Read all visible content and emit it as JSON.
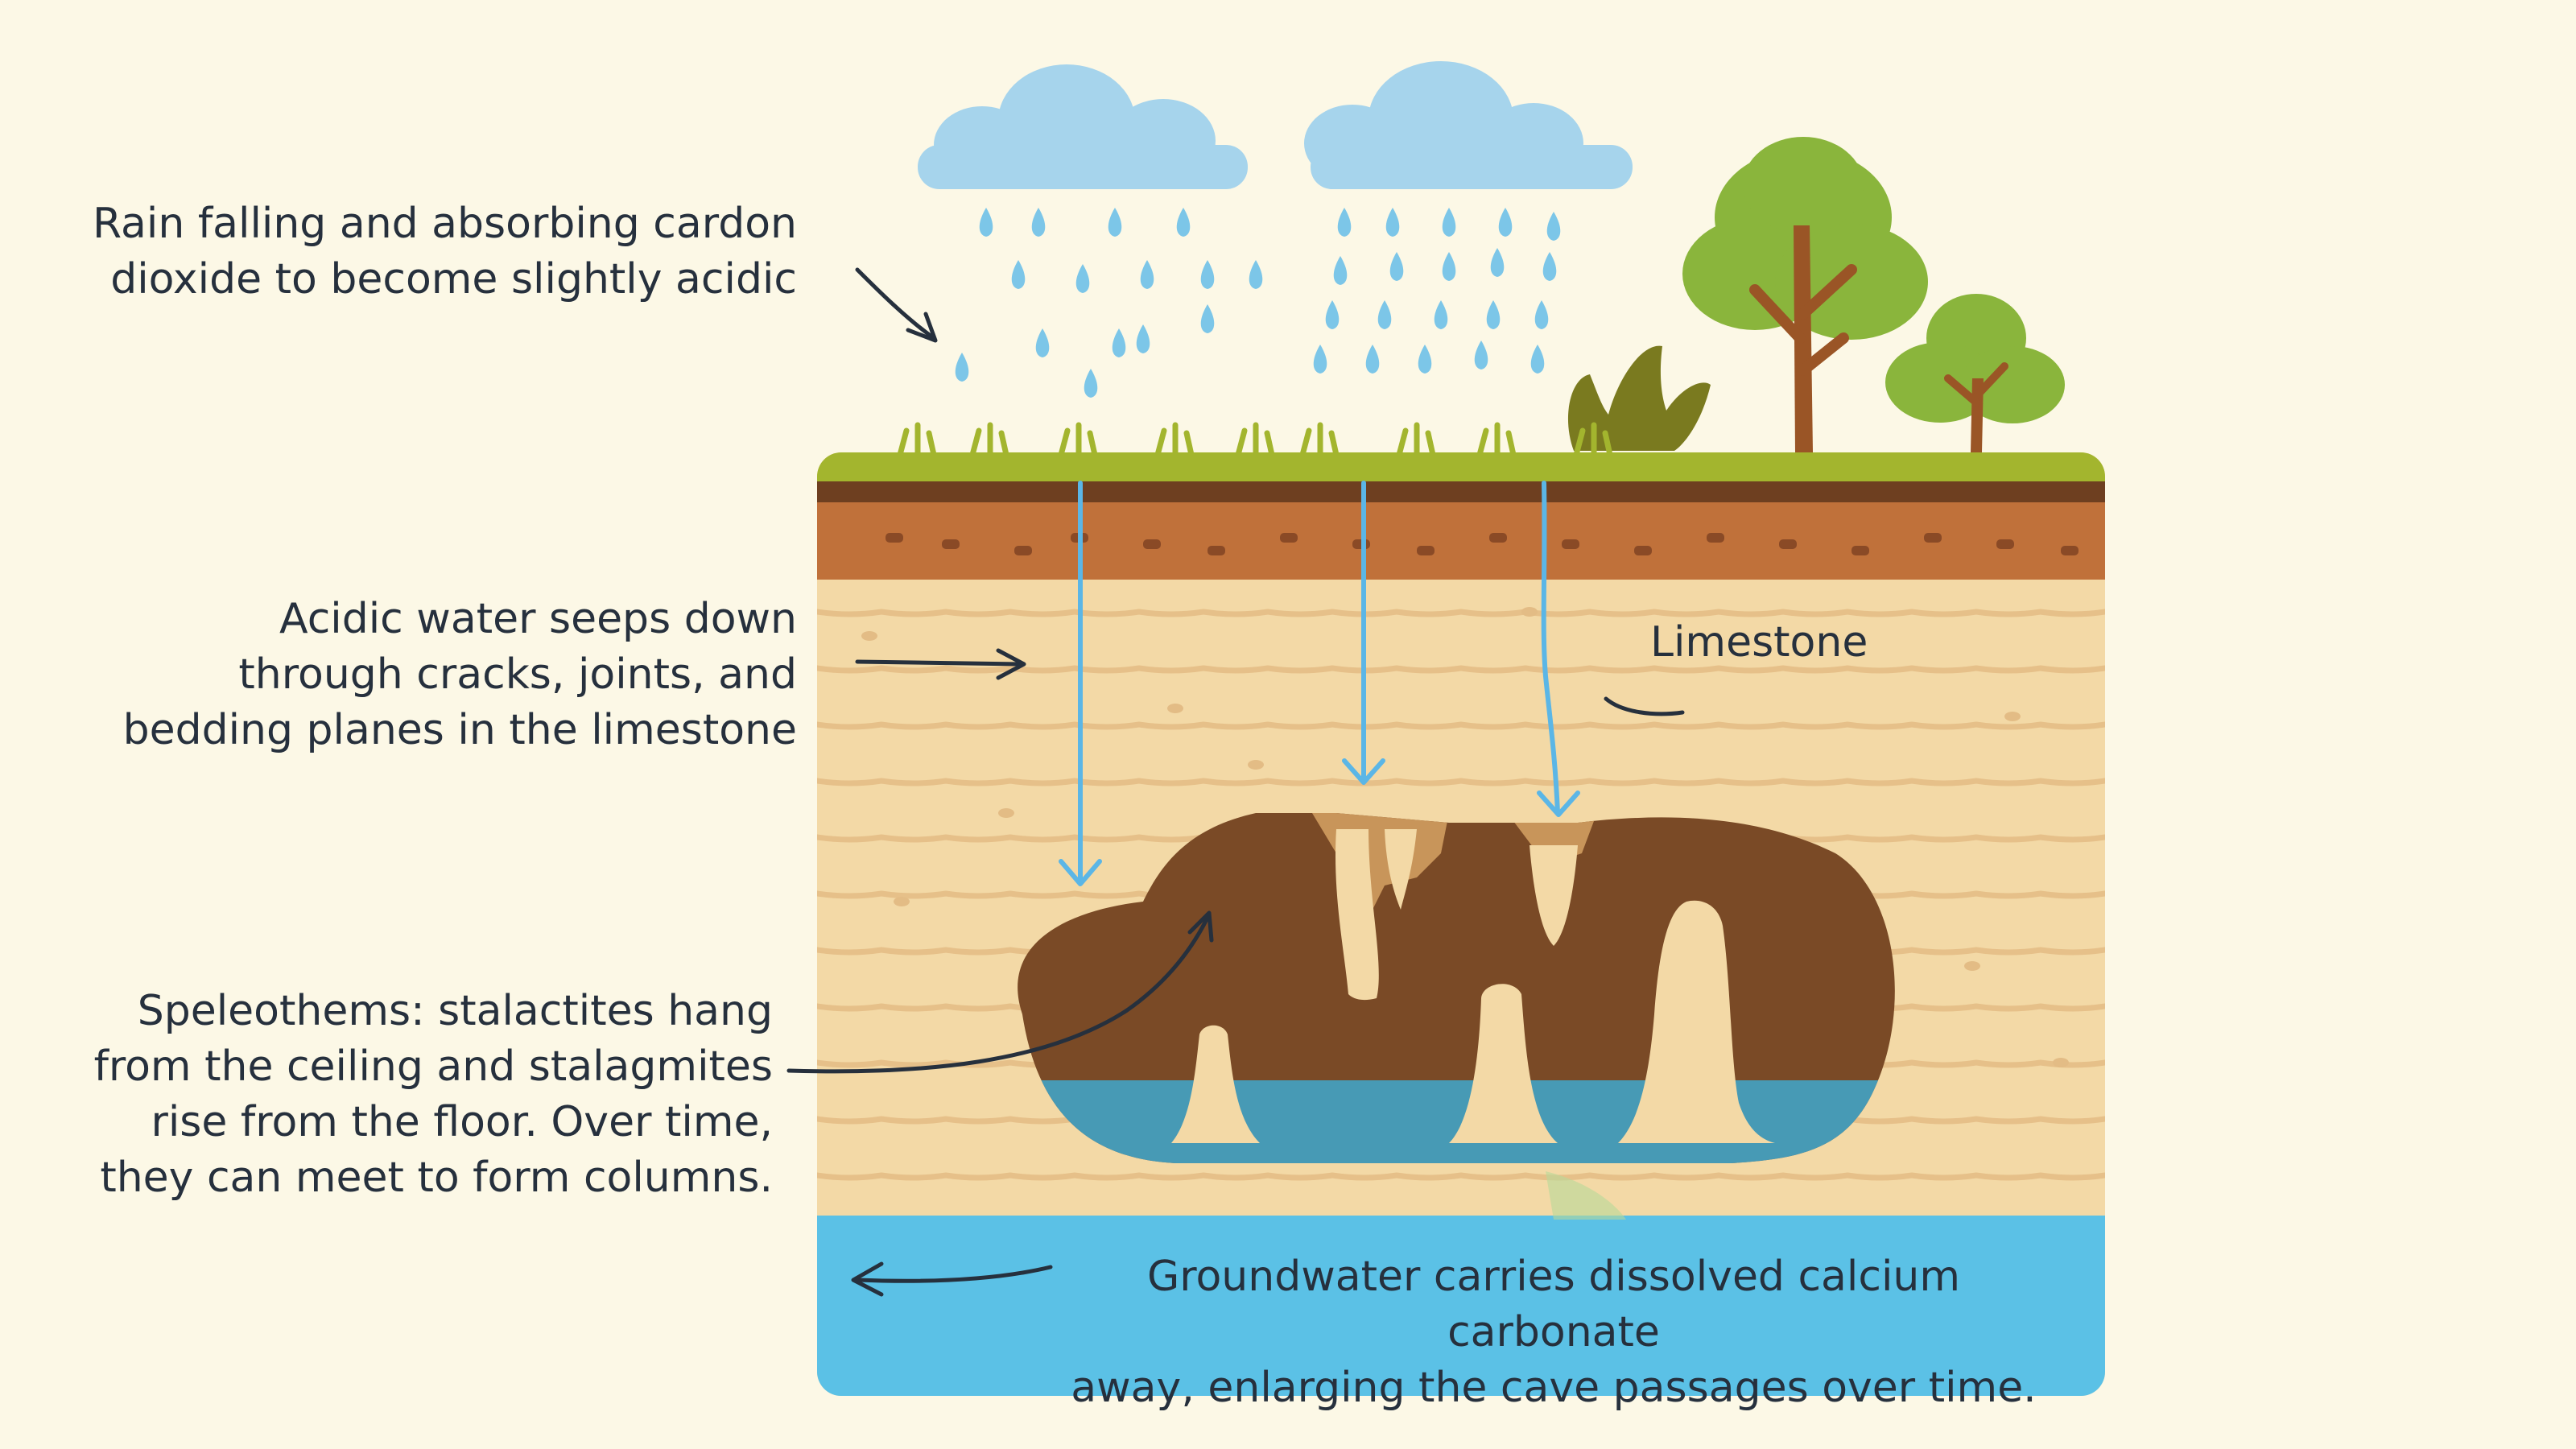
{
  "labels": {
    "rain": "Rain falling and absorbing cardon\ndioxide to become slightly acidic",
    "seep": "Acidic water seeps down\nthrough cracks, joints, and\nbedding planes in the limestone",
    "speleothems": "Speleothems: stalactites hang\nfrom the ceiling and stalagmites\nrise from the floor. Over time,\nthey can meet to form columns.",
    "groundwater": "Groundwater carries dissolved calcium carbonate\naway, enlarging the cave passages over time.",
    "limestone": "Limestone"
  },
  "colors": {
    "background": "#fcf8e6",
    "grass": "#a3b52e",
    "topsoil": "#6e3f20",
    "subsoil": "#c0713a",
    "limestone": "#f3d9a6",
    "cave": "#7a4a26",
    "water": "#5bc1e6",
    "rain": "#7cc6e8",
    "cloud": "#a6d4ec",
    "tree_foliage": "#8ab53c",
    "trunk": "#9a5526",
    "text": "#26303d"
  }
}
